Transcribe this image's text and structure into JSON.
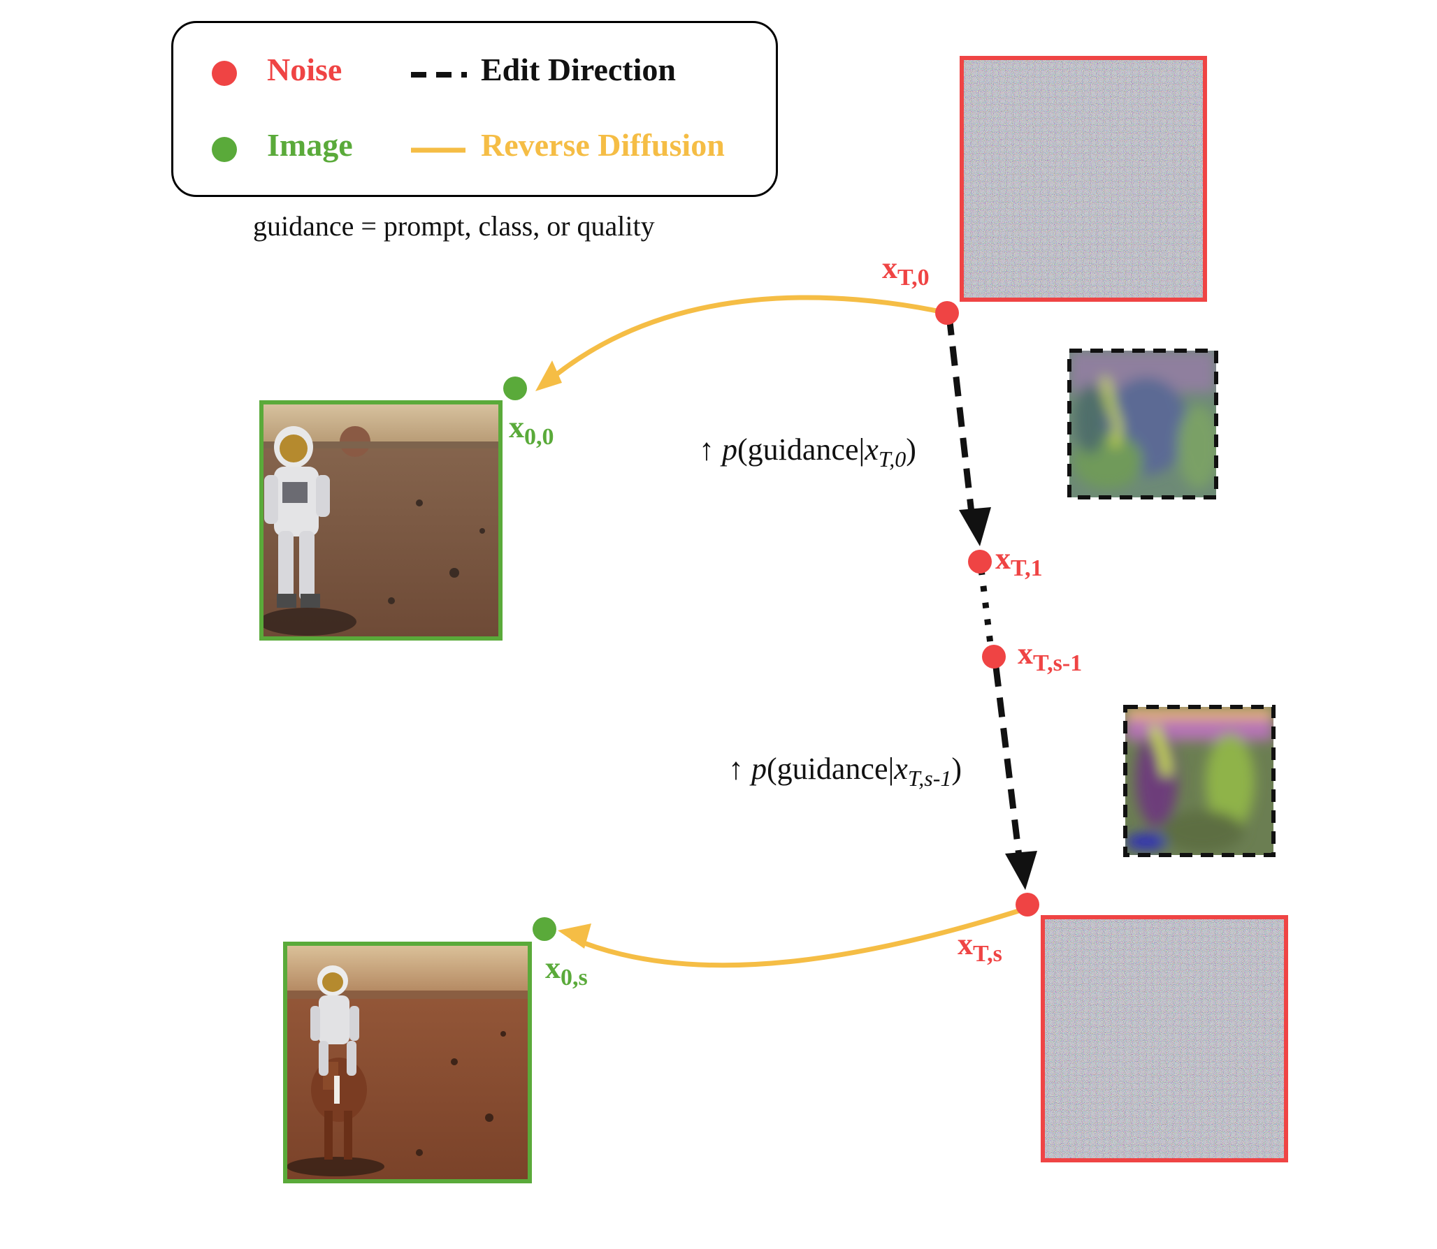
{
  "legend": {
    "noise_label": "Noise",
    "edit_label": "Edit Direction",
    "image_label": "Image",
    "reverse_label": "Reverse Diffusion"
  },
  "guidance_note": "guidance =  prompt, class, or quality",
  "nodes": {
    "xT0": {
      "base": "x",
      "sub": "T,0"
    },
    "xT1": {
      "base": "x",
      "sub": "T,1"
    },
    "xTs1": {
      "base": "x",
      "sub": "T,s-1"
    },
    "xTs": {
      "base": "x",
      "sub": "T,s"
    },
    "x00": {
      "base": "x",
      "sub": "0,0"
    },
    "x0s": {
      "base": "x",
      "sub": "0,s"
    }
  },
  "prob1": {
    "arrow": "↑",
    "p": "p",
    "open": "(",
    "word": "guidance|",
    "var": "x",
    "sub": "T,0",
    "close": ")"
  },
  "prob2": {
    "arrow": "↑",
    "p": "p",
    "open": "(",
    "word": "guidance|",
    "var": "x",
    "sub": "T,s-1",
    "close": ")"
  },
  "colors": {
    "noise": "#ef4444",
    "image": "#5aaa3a",
    "reverse": "#f5bd45",
    "edit": "#111111"
  }
}
